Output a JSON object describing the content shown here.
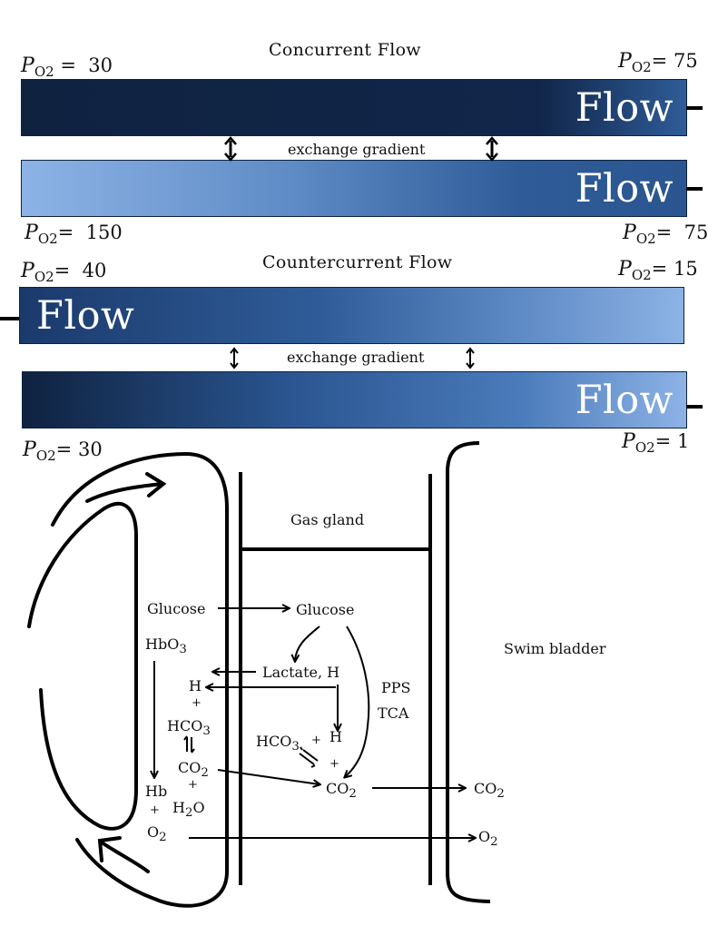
{
  "concurrent": {
    "title": "Concurrent Flow",
    "po2_top_left": "30",
    "po2_top_right": "75",
    "po2_bottom_left": "150",
    "po2_bottom_right": "75",
    "top_bar_label": "Flow",
    "bottom_bar_label": "Flow",
    "gradient_label": "exchange gradient",
    "colors": {
      "dark": "#0f2240",
      "mid": "#2f5c98",
      "light": "#8db3e6"
    }
  },
  "countercurrent": {
    "title": "Countercurrent Flow",
    "po2_top_left": "40",
    "po2_top_right": "15",
    "po2_bottom_left": "30",
    "po2_bottom_right": "1",
    "top_bar_label": "Flow",
    "bottom_bar_label": "Flow",
    "gradient_label": "exchange gradient"
  },
  "po2_symbol": "P",
  "po2_subscript": "O",
  "po2_subscript2": "2",
  "gas_gland": {
    "gas_gland_label": "Gas gland",
    "swim_bladder_label": "Swim bladder",
    "glucose_blood": "Glucose",
    "glucose_cell": "Glucose",
    "hbo3": "HbO",
    "hbo3_sub": "3",
    "lactate": "Lactate, H",
    "pps": "PPS",
    "tca": "TCA",
    "h_blood": "H",
    "plus_1": "+",
    "hco3_blood": "HCO",
    "hco3_blood_sub": "3",
    "co2_blood": "CO",
    "co2_blood_sub": "2",
    "plus_2": "+",
    "h2o": "H",
    "h2o_sub": "2",
    "h2o_tail": "O",
    "hb": "Hb",
    "plus_3": "+",
    "o2_blood": "O",
    "o2_blood_sub": "2",
    "hco3_cell": "HCO",
    "hco3_cell_sub": "3",
    "plus_4": "+",
    "h_cell": "H",
    "plus_5": "+",
    "co2_cell": "CO",
    "co2_cell_sub": "2",
    "co2_bladder": "CO",
    "co2_bladder_sub": "2",
    "o2_bladder": "O",
    "o2_bladder_sub": "2"
  }
}
